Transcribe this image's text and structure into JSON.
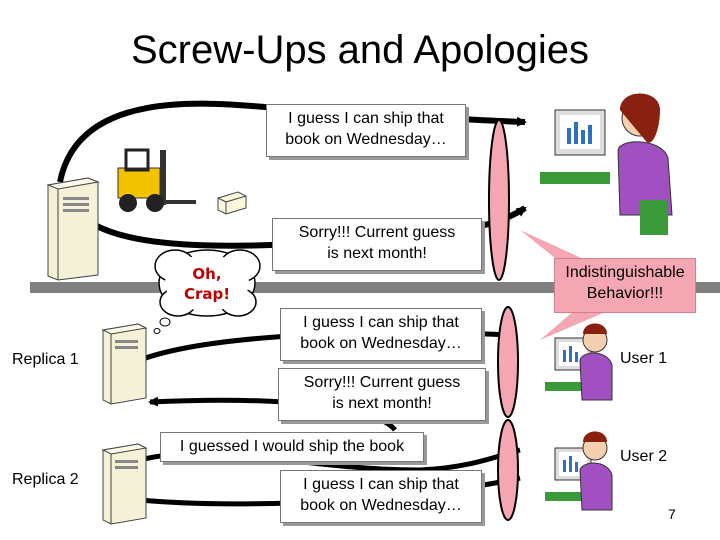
{
  "title": "Screw-Ups and Apologies",
  "messages": {
    "top_ship": [
      "I guess I can ship that",
      "book on Wednesday…"
    ],
    "top_sorry": [
      "Sorry!!!  Current guess",
      "is next month!"
    ],
    "mid_ship": [
      "I guess I can ship that",
      "book on Wednesday…"
    ],
    "mid_sorry": [
      "Sorry!!!  Current guess",
      "is next month!"
    ],
    "guessed": "I guessed I would ship the book",
    "bottom_ship": [
      "I guess I can ship that",
      "book on Wednesday…"
    ]
  },
  "oh_crap": [
    "Oh,",
    "Crap!"
  ],
  "callout": [
    "Indistinguishable",
    "Behavior!!!"
  ],
  "labels": {
    "replica1": "Replica 1",
    "replica2": "Replica 2",
    "user1": "User 1",
    "user2": "User 2"
  },
  "page_number": "7",
  "colors": {
    "arrow": "#000000",
    "divider": "#808080",
    "callout_pink": "#f4a6b2",
    "exclamation_red": "#c00000",
    "forklift_yellow": "#f2c300",
    "person_shirt": "#a050c0"
  }
}
